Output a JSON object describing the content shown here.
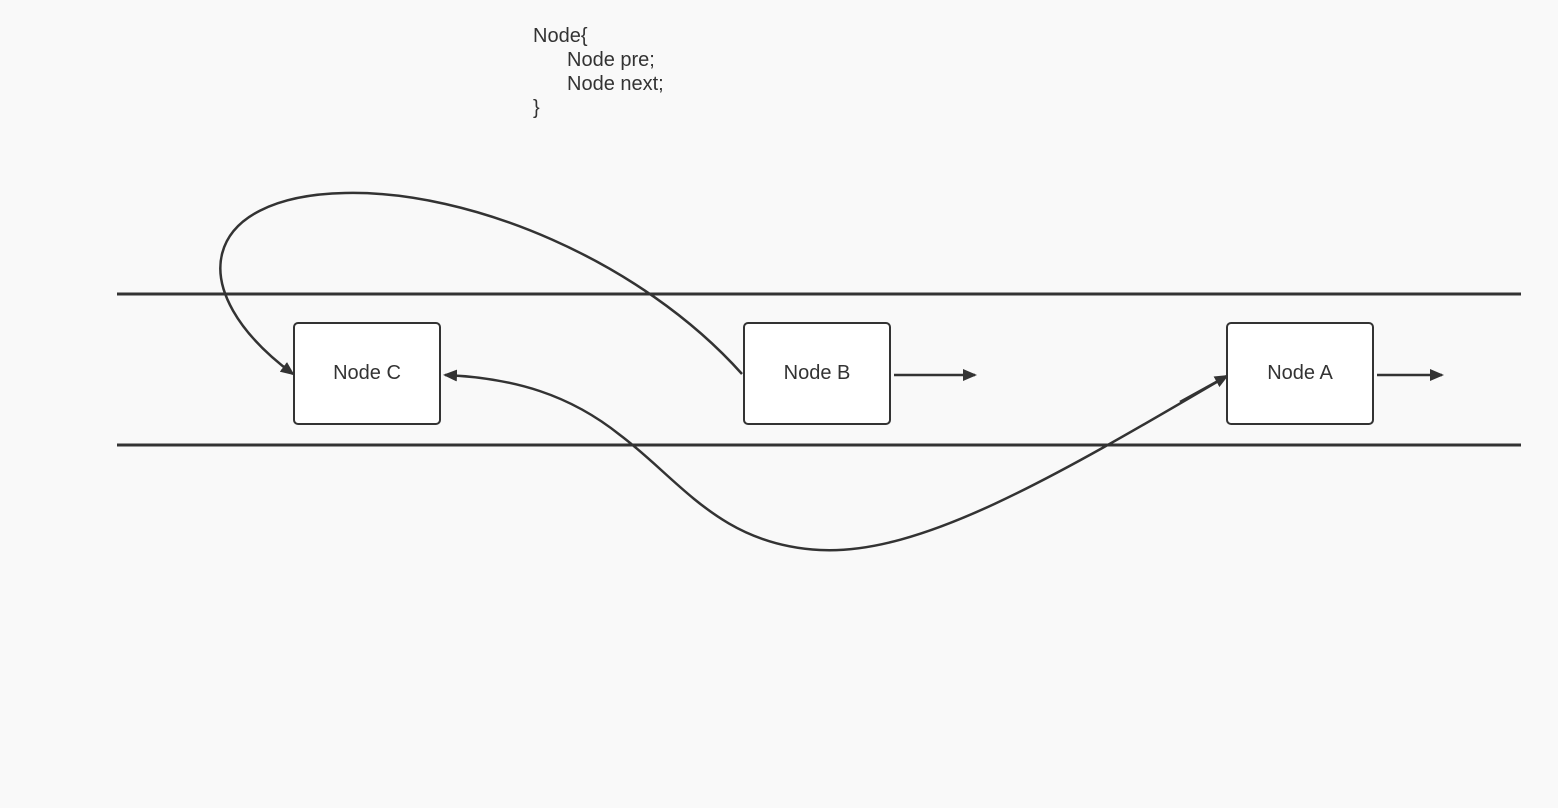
{
  "code": {
    "line1": "Node{",
    "line2": "Node pre;",
    "line3": "Node next;",
    "line4": "}"
  },
  "nodes": {
    "c": {
      "label": "Node C"
    },
    "b": {
      "label": "Node B"
    },
    "a": {
      "label": "Node A"
    }
  },
  "colors": {
    "background": "#f9f9f9",
    "stroke": "#333333",
    "box_fill": "#ffffff"
  }
}
